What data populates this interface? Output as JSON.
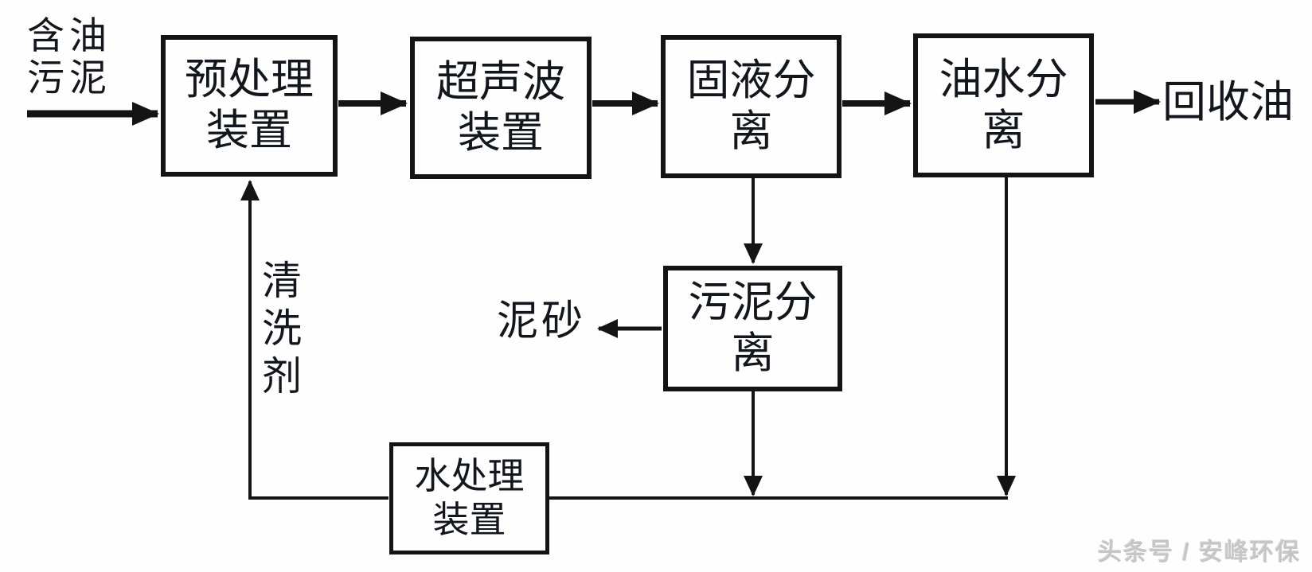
{
  "colors": {
    "line": "#141414",
    "background": "#fefefe",
    "watermark_text": "#c6c6c6"
  },
  "nodes": {
    "input": {
      "label": "含油\n污泥"
    },
    "pretreatment": {
      "label": "预处理\n装置"
    },
    "ultrasonic": {
      "label": "超声波\n装置"
    },
    "solid_liquid_separation": {
      "label": "固液分离"
    },
    "oil_water_separation": {
      "label": "油水分离"
    },
    "recovered_oil": {
      "label": "回收油"
    },
    "sludge_separation": {
      "label": "污泥分离"
    },
    "sediment": {
      "label": "泥砂"
    },
    "water_treatment": {
      "label": "水处理\n装置"
    },
    "cleaning_agent": {
      "label": "清洗剂"
    }
  },
  "edges": [
    {
      "from": "input",
      "to": "pretreatment"
    },
    {
      "from": "pretreatment",
      "to": "ultrasonic"
    },
    {
      "from": "ultrasonic",
      "to": "solid_liquid_separation"
    },
    {
      "from": "solid_liquid_separation",
      "to": "oil_water_separation"
    },
    {
      "from": "oil_water_separation",
      "to": "recovered_oil"
    },
    {
      "from": "solid_liquid_separation",
      "to": "sludge_separation"
    },
    {
      "from": "sludge_separation",
      "to": "sediment"
    },
    {
      "from": "sludge_separation",
      "to": "water_treatment"
    },
    {
      "from": "oil_water_separation",
      "to": "water_treatment"
    },
    {
      "from": "water_treatment",
      "to": "pretreatment",
      "label": "清洗剂"
    }
  ],
  "watermark": {
    "text": "头条号 / 安峰环保"
  }
}
